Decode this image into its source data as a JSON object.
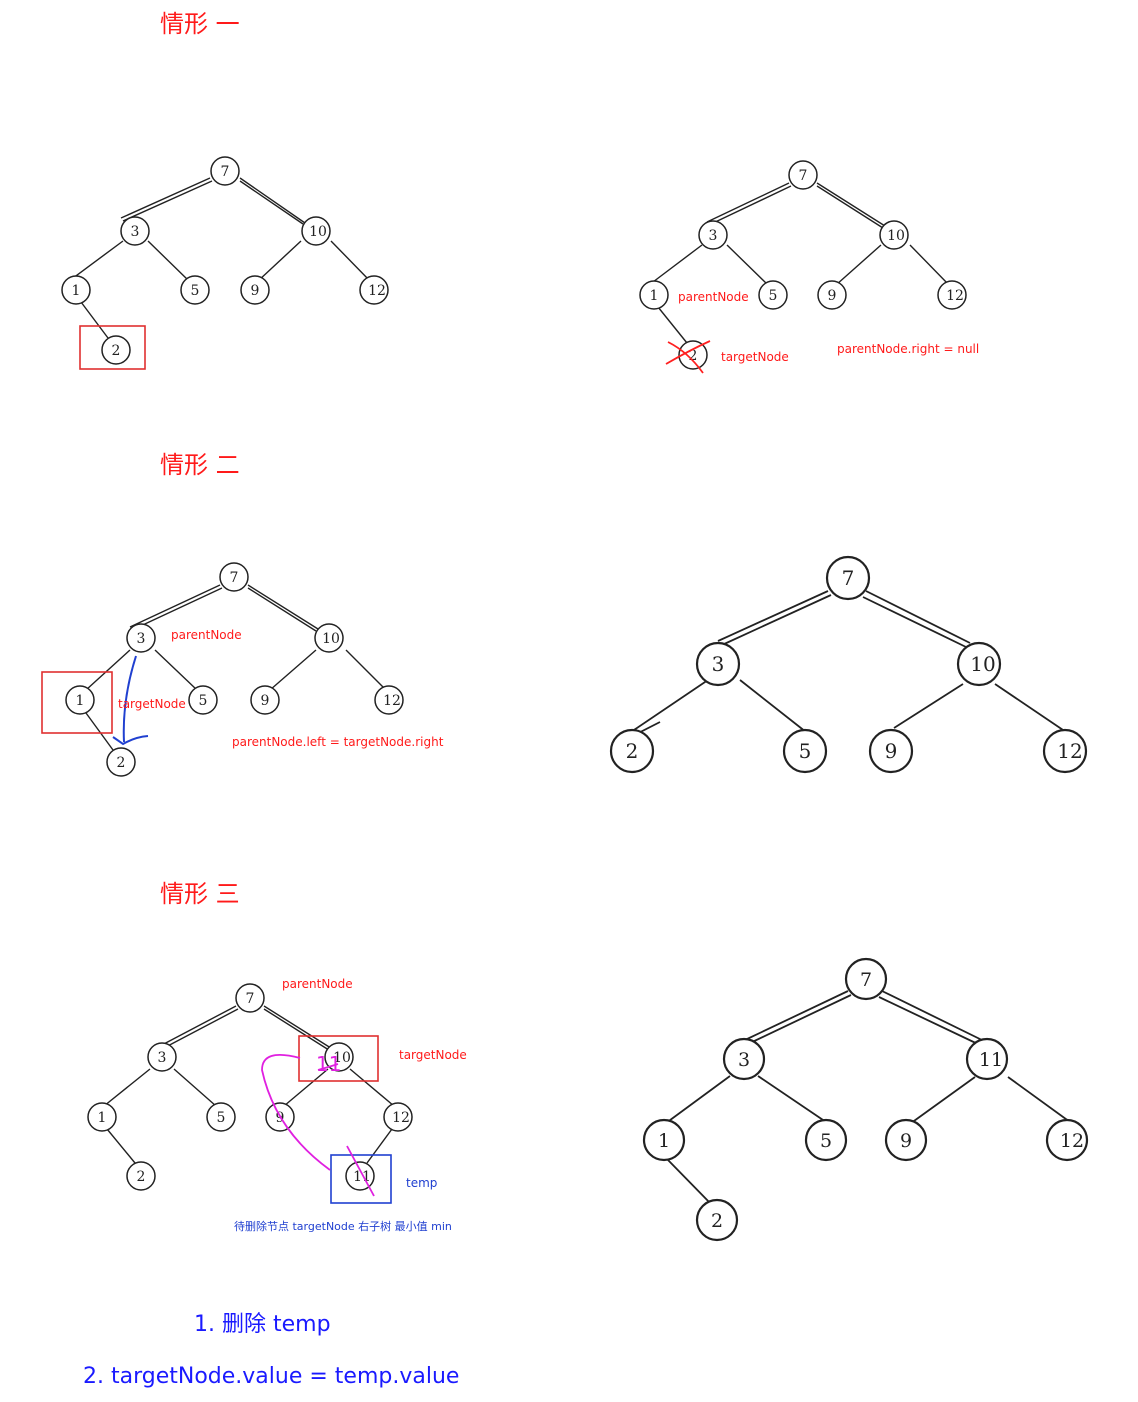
{
  "headings": {
    "case1": "情形 一",
    "case2": "情形 二",
    "case3": "情形 三"
  },
  "colors": {
    "red": "#ff1a1a",
    "blue": "#1a1aff",
    "magenta": "#e020e0",
    "line": "#222222"
  },
  "trees": {
    "t1a": [
      "7",
      "3",
      "10",
      "1",
      "5",
      "9",
      "12",
      "2"
    ],
    "t1b": [
      "7",
      "3",
      "10",
      "1",
      "5",
      "9",
      "12",
      "2"
    ],
    "t2a": [
      "7",
      "3",
      "10",
      "1",
      "5",
      "9",
      "12",
      "2"
    ],
    "t2b": [
      "7",
      "3",
      "10",
      "2",
      "5",
      "9",
      "12"
    ],
    "t3a": [
      "7",
      "3",
      "10",
      "1",
      "5",
      "9",
      "12",
      "2",
      "11"
    ],
    "t3b": [
      "7",
      "3",
      "11",
      "1",
      "5",
      "9",
      "12",
      "2"
    ]
  },
  "annotations": {
    "c1_parent": "parentNode",
    "c1_target": "targetNode",
    "c1_rule": "parentNode.right = null",
    "c2_parent": "parentNode",
    "c2_target": "targetNode",
    "c2_rule": "parentNode.left = targetNode.right",
    "c3_parent": "parentNode",
    "c3_target": "targetNode",
    "c3_temp": "temp",
    "c3_note": "待删除节点 targetNode 右子树 最小值 min",
    "c3_scribble": "11"
  },
  "steps": {
    "step1": "1. 删除 temp",
    "step2": "2. targetNode.value = temp.value"
  }
}
